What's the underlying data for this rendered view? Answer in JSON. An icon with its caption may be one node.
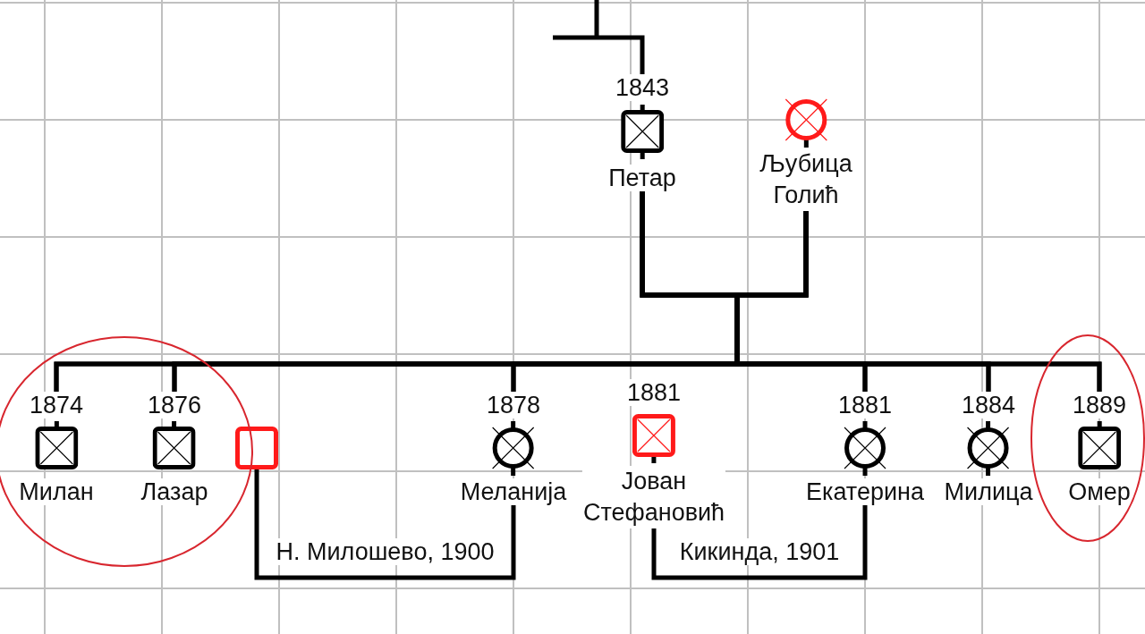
{
  "diagram": {
    "nodes": [
      {
        "text": [
          "1843",
          "Петар"
        ]
      },
      {
        "text": [
          "Љубица Голић"
        ]
      },
      {
        "text": [
          "1874",
          "Милан"
        ]
      },
      {
        "text": [
          "1876",
          "Лазар"
        ]
      },
      {
        "text": [],
        "shape": "box"
      },
      {
        "text": [
          "1878",
          "Меланија"
        ]
      },
      {
        "text": [
          "1881",
          "Јован Стефановић"
        ]
      },
      {
        "text": [
          "1881",
          "Екатерина"
        ]
      },
      {
        "text": [
          "1884",
          "Милица"
        ]
      },
      {
        "text": [
          "1889",
          "Омер"
        ]
      }
    ],
    "edges": [
      {
        "from": null,
        "to": 0,
        "arrow": "none"
      },
      {
        "from": 0,
        "to": 2,
        "arrow": "none"
      },
      {
        "from": 0,
        "to": 3,
        "arrow": "none"
      },
      {
        "from": 0,
        "to": 5,
        "arrow": "none"
      },
      {
        "from": 0,
        "to": 7,
        "arrow": "none"
      },
      {
        "from": 0,
        "to": 8,
        "arrow": "none"
      },
      {
        "from": 0,
        "to": 9,
        "arrow": "none"
      },
      {
        "from": 1,
        "to": 2,
        "arrow": "none"
      },
      {
        "from": 1,
        "to": 3,
        "arrow": "none"
      },
      {
        "from": 1,
        "to": 5,
        "arrow": "none"
      },
      {
        "from": 1,
        "to": 7,
        "arrow": "none"
      },
      {
        "from": 1,
        "to": 8,
        "arrow": "none"
      },
      {
        "from": 1,
        "to": 9,
        "arrow": "none"
      },
      {
        "from": 4,
        "to": 5,
        "arrow": "none",
        "label": "Н. Милошево, 1900"
      },
      {
        "from": 6,
        "to": 7,
        "arrow": "none",
        "label": "Кикинда, 1901"
      }
    ]
  }
}
